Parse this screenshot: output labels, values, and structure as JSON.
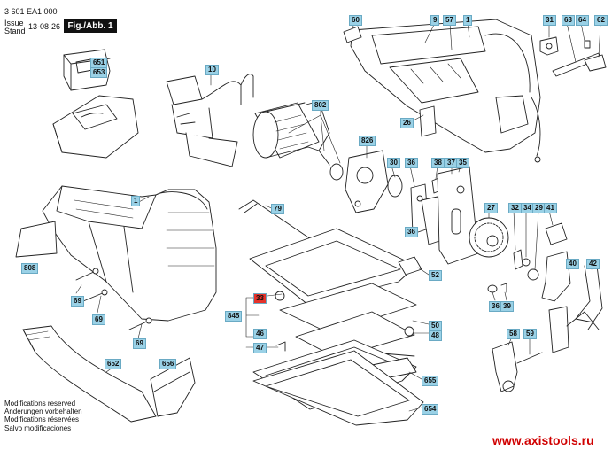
{
  "header": {
    "doc_number": "3 601 EA1 000",
    "issue_label": "Issue",
    "stand_label": "Stand",
    "date": "13-08-26",
    "figure_label": "Fig./Abb. 1"
  },
  "footer": {
    "modifications": [
      "Modifications reserved",
      "Änderungen vorbehalten",
      "Modifications réservées",
      "Salvo modificaciones"
    ],
    "watermark": "www.axistools.ru"
  },
  "colors": {
    "label_bg": "#9ad1e6",
    "highlight_bg": "#e4322b",
    "watermark": "#d00000"
  },
  "parts": [
    {
      "id": "651",
      "text": "651"
    },
    {
      "id": "653",
      "text": "653"
    },
    {
      "id": "10",
      "text": "10"
    },
    {
      "id": "802",
      "text": "802"
    },
    {
      "id": "826",
      "text": "826"
    },
    {
      "id": "60",
      "text": "60"
    },
    {
      "id": "9",
      "text": "9"
    },
    {
      "id": "57",
      "text": "57"
    },
    {
      "id": "1-top",
      "text": "1"
    },
    {
      "id": "31",
      "text": "31"
    },
    {
      "id": "63",
      "text": "63"
    },
    {
      "id": "64",
      "text": "64"
    },
    {
      "id": "62",
      "text": "62"
    },
    {
      "id": "26",
      "text": "26"
    },
    {
      "id": "30",
      "text": "30"
    },
    {
      "id": "36-a",
      "text": "36"
    },
    {
      "id": "36-b",
      "text": "36"
    },
    {
      "id": "38",
      "text": "38"
    },
    {
      "id": "37",
      "text": "37"
    },
    {
      "id": "35",
      "text": "35"
    },
    {
      "id": "1-left",
      "text": "1"
    },
    {
      "id": "79",
      "text": "79"
    },
    {
      "id": "27",
      "text": "27"
    },
    {
      "id": "32",
      "text": "32"
    },
    {
      "id": "34",
      "text": "34"
    },
    {
      "id": "29",
      "text": "29"
    },
    {
      "id": "41",
      "text": "41"
    },
    {
      "id": "808",
      "text": "808"
    },
    {
      "id": "69-a",
      "text": "69"
    },
    {
      "id": "69-b",
      "text": "69"
    },
    {
      "id": "69-c",
      "text": "69"
    },
    {
      "id": "52",
      "text": "52"
    },
    {
      "id": "40",
      "text": "40"
    },
    {
      "id": "42",
      "text": "42"
    },
    {
      "id": "33",
      "text": "33"
    },
    {
      "id": "845",
      "text": "845"
    },
    {
      "id": "46",
      "text": "46"
    },
    {
      "id": "47",
      "text": "47"
    },
    {
      "id": "50",
      "text": "50"
    },
    {
      "id": "48",
      "text": "48"
    },
    {
      "id": "36-c",
      "text": "36"
    },
    {
      "id": "39",
      "text": "39"
    },
    {
      "id": "58",
      "text": "58"
    },
    {
      "id": "59",
      "text": "59"
    },
    {
      "id": "652",
      "text": "652"
    },
    {
      "id": "656",
      "text": "656"
    },
    {
      "id": "655",
      "text": "655"
    },
    {
      "id": "654",
      "text": "654"
    }
  ]
}
